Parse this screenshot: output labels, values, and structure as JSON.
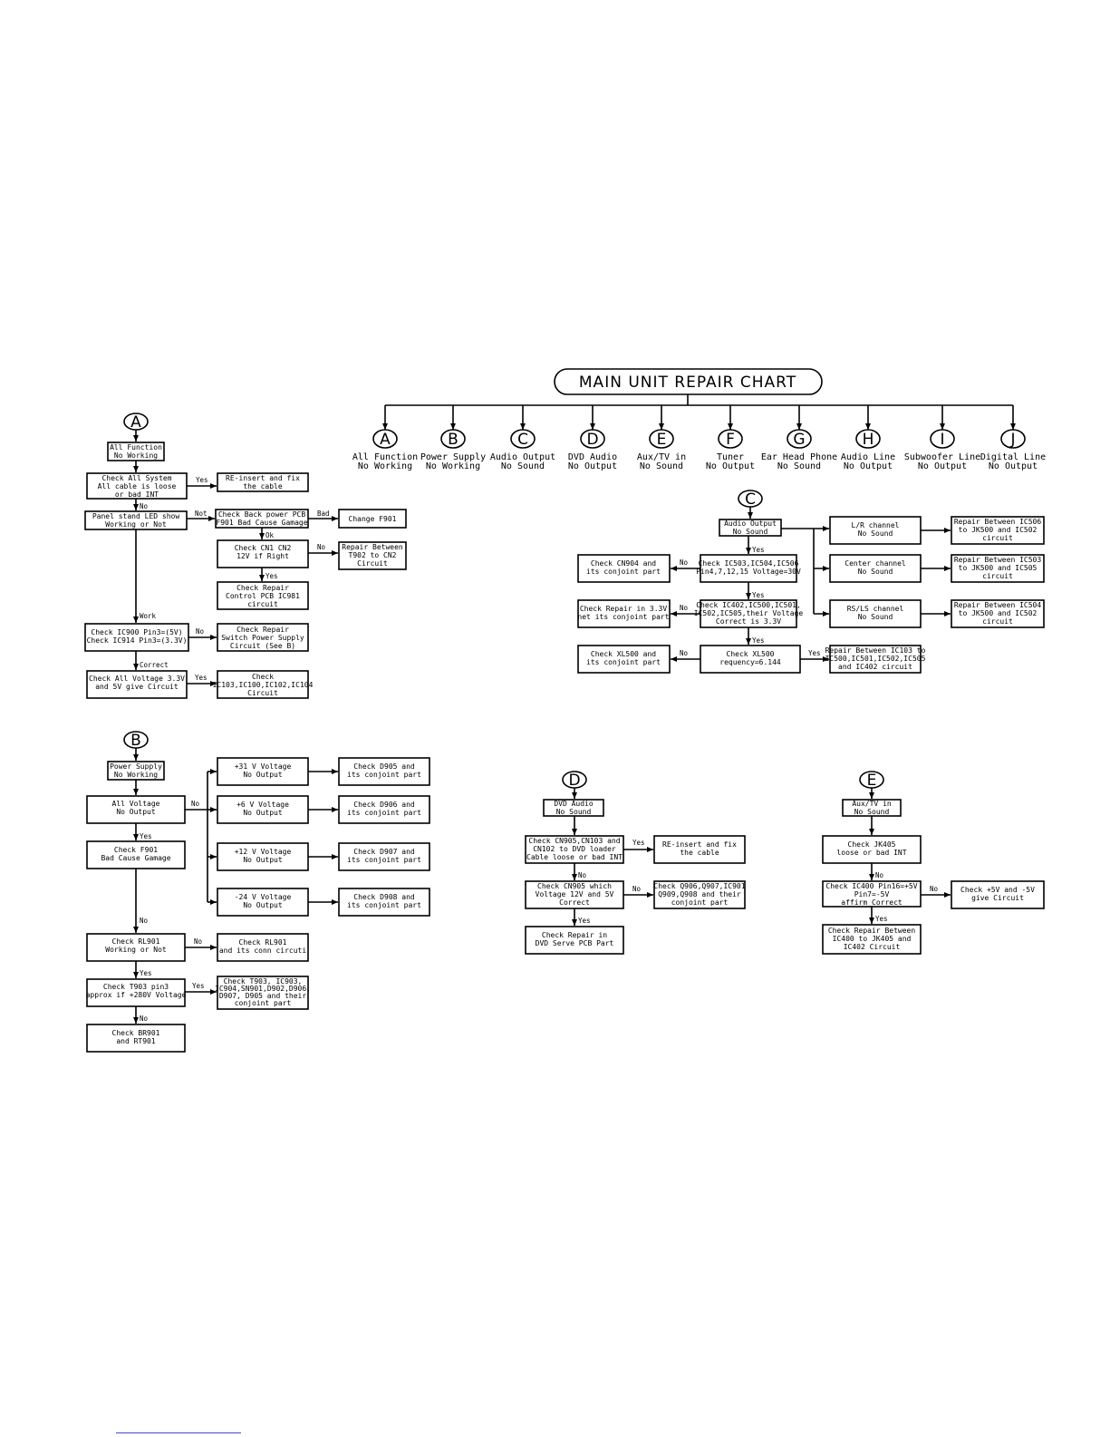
{
  "title": "MAIN UNIT REPAIR CHART",
  "categories": [
    {
      "letter": "A",
      "l1": "All Function",
      "l2": "No Working"
    },
    {
      "letter": "B",
      "l1": "Power Supply",
      "l2": "No Working"
    },
    {
      "letter": "C",
      "l1": "Audio Output",
      "l2": "No Sound"
    },
    {
      "letter": "D",
      "l1": "DVD Audio",
      "l2": "No Output"
    },
    {
      "letter": "E",
      "l1": "Aux/TV in",
      "l2": "No Sound"
    },
    {
      "letter": "F",
      "l1": "Tuner",
      "l2": "No Output"
    },
    {
      "letter": "G",
      "l1": "Ear Head Phone",
      "l2": "No Sound"
    },
    {
      "letter": "H",
      "l1": "Audio Line",
      "l2": "No Output"
    },
    {
      "letter": "I",
      "l1": "Subwoofer Line",
      "l2": "No Output"
    },
    {
      "letter": "J",
      "l1": "Digital Line",
      "l2": "No Output"
    }
  ],
  "flowA": {
    "label": "A",
    "start": [
      "All Function",
      "No Working"
    ],
    "n1": [
      "Check All System",
      "All cable is loose",
      "or bad INT"
    ],
    "n1y": [
      "RE-insert and fix",
      "the cable"
    ],
    "n2": [
      "Panel stand LED show",
      "Working or Not"
    ],
    "n3": [
      "Check Back power PCB",
      "F901 Bad Cause Gamage"
    ],
    "n3b": [
      "Change F901"
    ],
    "n4": [
      "Check CN1 CN2",
      "12V if Right"
    ],
    "n4n": [
      "Repair Between",
      "T902 to CN2",
      "Circuit"
    ],
    "n5": [
      "Check Repair",
      "Control PCB IC981",
      "circuit"
    ],
    "n6": [
      "Check IC900 Pin3=(5V)",
      "Check IC914 Pin3=(3.3V)"
    ],
    "n6n": [
      "Check Repair",
      "Switch Power Supply",
      "Circuit (See B)"
    ],
    "n7": [
      "Check All Voltage 3.3V",
      "and 5V give Circuit"
    ],
    "n7y": [
      "Check",
      "IC103,IC100,IC102,IC104",
      "Circuit"
    ],
    "e": {
      "yes": "Yes",
      "no": "No",
      "not": "Not",
      "bad": "Bad",
      "ok": "Ok",
      "work": "Work",
      "correct": "Correct"
    }
  },
  "flowB": {
    "label": "B",
    "start": [
      "Power Supply",
      "No Working"
    ],
    "n1": [
      "All Voltage",
      "No Output"
    ],
    "v1": [
      "+31 V   Voltage",
      "No Output"
    ],
    "v2": [
      "+6 V   Voltage",
      "No Output"
    ],
    "v3": [
      "+12 V   Voltage",
      "No Output"
    ],
    "v4": [
      "-24 V   Voltage",
      "No Output"
    ],
    "c1": [
      "Check D905 and",
      "its conjoint part"
    ],
    "c2": [
      "Check D906 and",
      "its conjoint part"
    ],
    "c3": [
      "Check D907 and",
      "its conjoint part"
    ],
    "c4": [
      "Check D908 and",
      "its conjoint part"
    ],
    "n2": [
      "Check F901",
      "Bad Cause Gamage"
    ],
    "n3": [
      "Check RL901",
      "Working or Not"
    ],
    "n3n": [
      "Check RL901",
      "and its conn circuti"
    ],
    "n4": [
      "Check T903 pin3",
      "approx if +280V Voltage"
    ],
    "n4y": [
      "Check T903, IC903,",
      "IC904,SN901,D902,D906,",
      "D907, D905 and their",
      "conjoint part"
    ],
    "n5": [
      "Check BR901",
      "and RT901"
    ],
    "e": {
      "yes": "Yes",
      "no": "No"
    }
  },
  "flowC": {
    "label": "C",
    "start": [
      "Audio Output",
      "No Sound"
    ],
    "ch1": [
      "L/R channel",
      "No Sound"
    ],
    "ch2": [
      "Center channel",
      "No Sound"
    ],
    "ch3": [
      "RS/LS channel",
      "No Sound"
    ],
    "r1": [
      "Repair Between IC506",
      "to JK500 and IC502",
      "circuit"
    ],
    "r2": [
      "Repair Between IC503",
      "to JK500 and IC505",
      "circuit"
    ],
    "r3": [
      "Repair Between IC504",
      "to JK500 and IC502",
      "circuit"
    ],
    "n1": [
      "Check IC503,IC504,IC506",
      "Pin4,7,12,15  Voltage=30V"
    ],
    "n1n": [
      "Check CN904 and",
      "its conjoint part"
    ],
    "n2": [
      "Check IC402,IC500,IC501,",
      "IC502,IC505,their Voltage",
      "Correct is 3.3V"
    ],
    "n2n": [
      "Check Repair in 3.3V",
      "net its conjoint part"
    ],
    "n3": [
      "Check XL500",
      "requency=6.144"
    ],
    "n3n": [
      "Check XL500 and",
      "its conjoint part"
    ],
    "n3y": [
      "Repair Between IC103 to",
      "IC500,IC501,IC502,IC505",
      "and IC402 circuit"
    ],
    "e": {
      "yes": "Yes",
      "no": "No"
    }
  },
  "flowD": {
    "label": "D",
    "start": [
      "DVD Audio",
      "No Sound"
    ],
    "n1": [
      "Check CN905,CN103 and",
      "CN102 to DVD loader",
      "Cable loose or bad INT"
    ],
    "n1y": [
      "RE-insert and fix",
      "the cable"
    ],
    "n2": [
      "Check CN905 which",
      "Voltage 12V and 5V",
      "Correct"
    ],
    "n2n": [
      "Check Q906,Q907,IC901",
      "Q909,Q908 and their",
      "conjoint part"
    ],
    "n3": [
      "Check Repair in",
      "DVD Serve PCB Part"
    ],
    "e": {
      "yes": "Yes",
      "no": "No"
    }
  },
  "flowE": {
    "label": "E",
    "start": [
      "Aux/TV in",
      "No Sound"
    ],
    "n1": [
      "Check JK405",
      "loose or bad INT"
    ],
    "n2": [
      "Check IC400 Pin16=+5V",
      "Pin7=-5V",
      "affirm Correct"
    ],
    "n2n": [
      "Check +5V and -5V",
      "give Circuit"
    ],
    "n3": [
      "Check Repair Between",
      "IC400 to JK405 and",
      "IC402 Circuit"
    ],
    "e": {
      "yes": "Yes",
      "no": "No"
    }
  }
}
